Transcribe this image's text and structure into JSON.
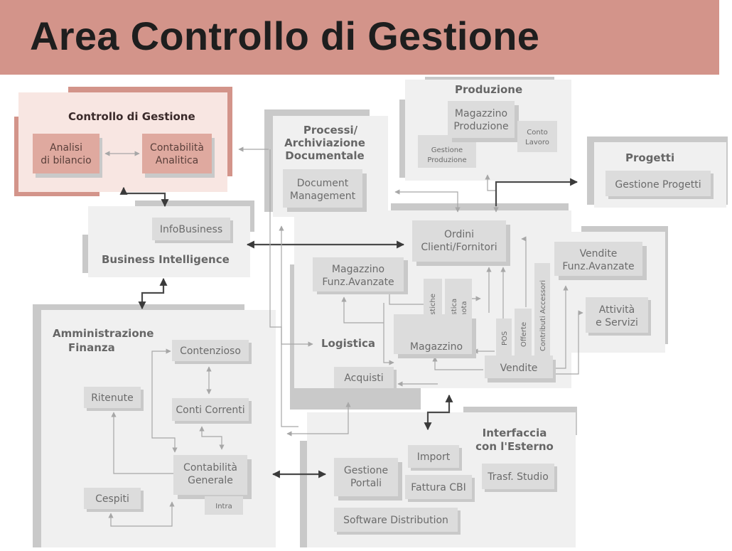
{
  "slide": {
    "title": "Area Controllo di Gestione"
  },
  "areas": {
    "controllo_gestione": {
      "title": "Controllo di Gestione",
      "nodes": [
        "Analisi",
        "di bilancio",
        "Contabilità",
        "Analitica"
      ]
    },
    "processi": {
      "title_lines": [
        "Processi/",
        "Archiviazione",
        "Documentale"
      ],
      "nodes": [
        "Document",
        "Management"
      ]
    },
    "produzione": {
      "title": "Produzione",
      "nodes": [
        "Magazzino",
        "Produzione",
        "Conto",
        "Lavoro",
        "Gestione",
        "Produzione"
      ]
    },
    "progetti": {
      "title": "Progetti",
      "nodes": [
        "Gestione Progetti"
      ]
    },
    "business_intelligence": {
      "title": "Business Intelligence",
      "nodes": [
        "InfoBusiness"
      ]
    },
    "logistica": {
      "title": "Logistica",
      "nodes": [
        "Ordini",
        "Clienti/Fornitori",
        "Magazzino",
        "Funz.Avanzate",
        "Statistiche",
        "Logistica",
        "Remota",
        "Magazzino",
        "Acquisti",
        "POS",
        "Offerte",
        "Contributi Accessori",
        "Vendite"
      ]
    },
    "vendite_avanzate": {
      "nodes": [
        "Vendite",
        "Funz.Avanzate",
        "Attività",
        "e Servizi"
      ]
    },
    "amministrazione": {
      "title_lines": [
        "Amministrazione",
        "Finanza"
      ],
      "nodes": [
        "Contenzioso",
        "Ritenute",
        "Conti Correnti",
        "Contabilità",
        "Generale",
        "Intra",
        "Cespiti"
      ]
    },
    "interfaccia": {
      "title_lines": [
        "Interfaccia",
        "con l'Esterno"
      ],
      "nodes": [
        "Import",
        "Gestione",
        "Portali",
        "Fattura CBI",
        "Trasf. Studio",
        "Software Distribution"
      ]
    }
  },
  "colors": {
    "header": "#d3948a",
    "accent_pink": "#dfa99f",
    "node": "#dcdcdc",
    "shadow": "#c9c9c9"
  }
}
